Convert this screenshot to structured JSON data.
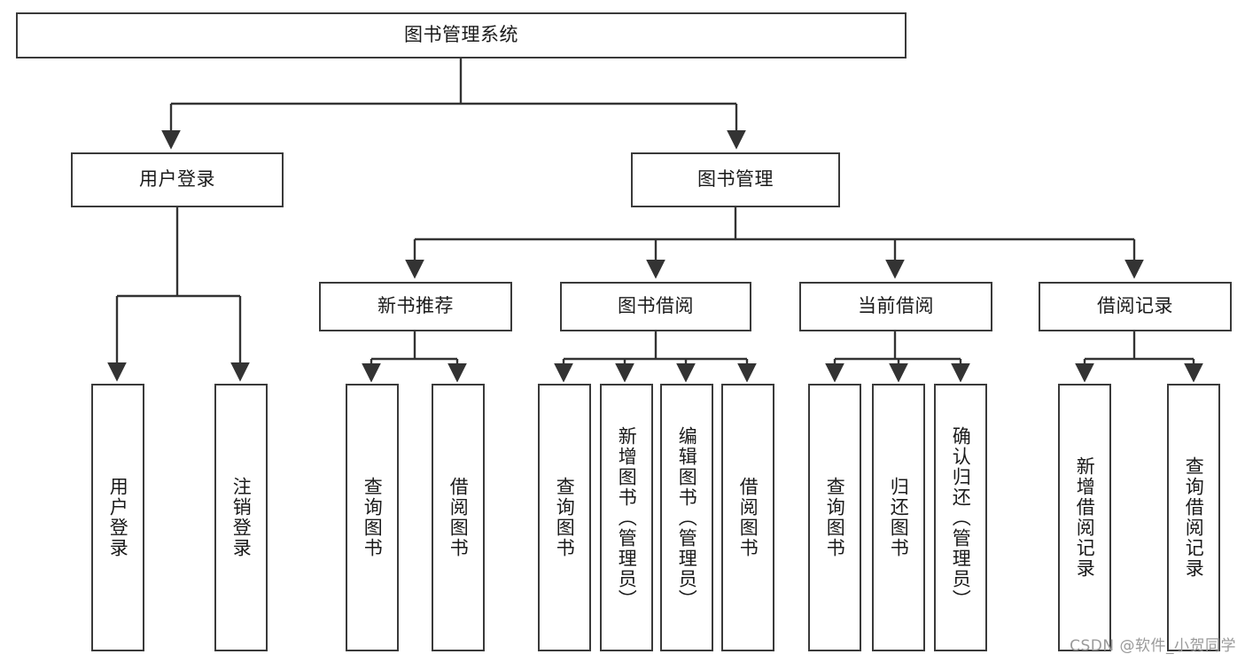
{
  "diagram": {
    "title": "图书管理系统",
    "type": "tree-hierarchy",
    "watermark": "CSDN @软件_小贺同学",
    "colors": {
      "box_border": "#3a3a3a",
      "box_fill": "#ffffff",
      "edge": "#333333",
      "text": "#1a1a1a",
      "watermark": "#9a9a9a"
    },
    "nodes": {
      "root": {
        "label": "图书管理系统",
        "orientation": "horizontal"
      },
      "level2": [
        {
          "id": "user-login",
          "label": "用户登录",
          "orientation": "horizontal"
        },
        {
          "id": "book-management",
          "label": "图书管理",
          "orientation": "horizontal"
        }
      ],
      "level3": [
        {
          "id": "new-book-recommend",
          "label": "新书推荐",
          "orientation": "horizontal"
        },
        {
          "id": "book-borrow",
          "label": "图书借阅",
          "orientation": "horizontal"
        },
        {
          "id": "current-borrow",
          "label": "当前借阅",
          "orientation": "horizontal"
        },
        {
          "id": "borrow-record",
          "label": "借阅记录",
          "orientation": "horizontal"
        }
      ],
      "leaves": [
        {
          "id": "leaf-user-login",
          "label": "用户登录",
          "parent": "user-login",
          "orientation": "vertical"
        },
        {
          "id": "leaf-user-logout",
          "label": "注销登录",
          "parent": "user-login",
          "orientation": "vertical"
        },
        {
          "id": "leaf-query-book-1",
          "label": "查询图书",
          "parent": "new-book-recommend",
          "orientation": "vertical"
        },
        {
          "id": "leaf-borrow-book-1",
          "label": "借阅图书",
          "parent": "new-book-recommend",
          "orientation": "vertical"
        },
        {
          "id": "leaf-query-book-2",
          "label": "查询图书",
          "parent": "book-borrow",
          "orientation": "vertical"
        },
        {
          "id": "leaf-add-book",
          "label": "新增图书（管理员）",
          "parent": "book-borrow",
          "orientation": "vertical"
        },
        {
          "id": "leaf-edit-book",
          "label": "编辑图书（管理员）",
          "parent": "book-borrow",
          "orientation": "vertical"
        },
        {
          "id": "leaf-borrow-book-2",
          "label": "借阅图书",
          "parent": "book-borrow",
          "orientation": "vertical"
        },
        {
          "id": "leaf-query-book-3",
          "label": "查询图书",
          "parent": "current-borrow",
          "orientation": "vertical"
        },
        {
          "id": "leaf-return-book",
          "label": "归还图书",
          "parent": "current-borrow",
          "orientation": "vertical"
        },
        {
          "id": "leaf-confirm-return",
          "label": "确认归还（管理员）",
          "parent": "current-borrow",
          "orientation": "vertical"
        },
        {
          "id": "leaf-add-record",
          "label": "新增借阅记录",
          "parent": "borrow-record",
          "orientation": "vertical"
        },
        {
          "id": "leaf-query-record",
          "label": "查询借阅记录",
          "parent": "borrow-record",
          "orientation": "vertical"
        }
      ]
    }
  }
}
